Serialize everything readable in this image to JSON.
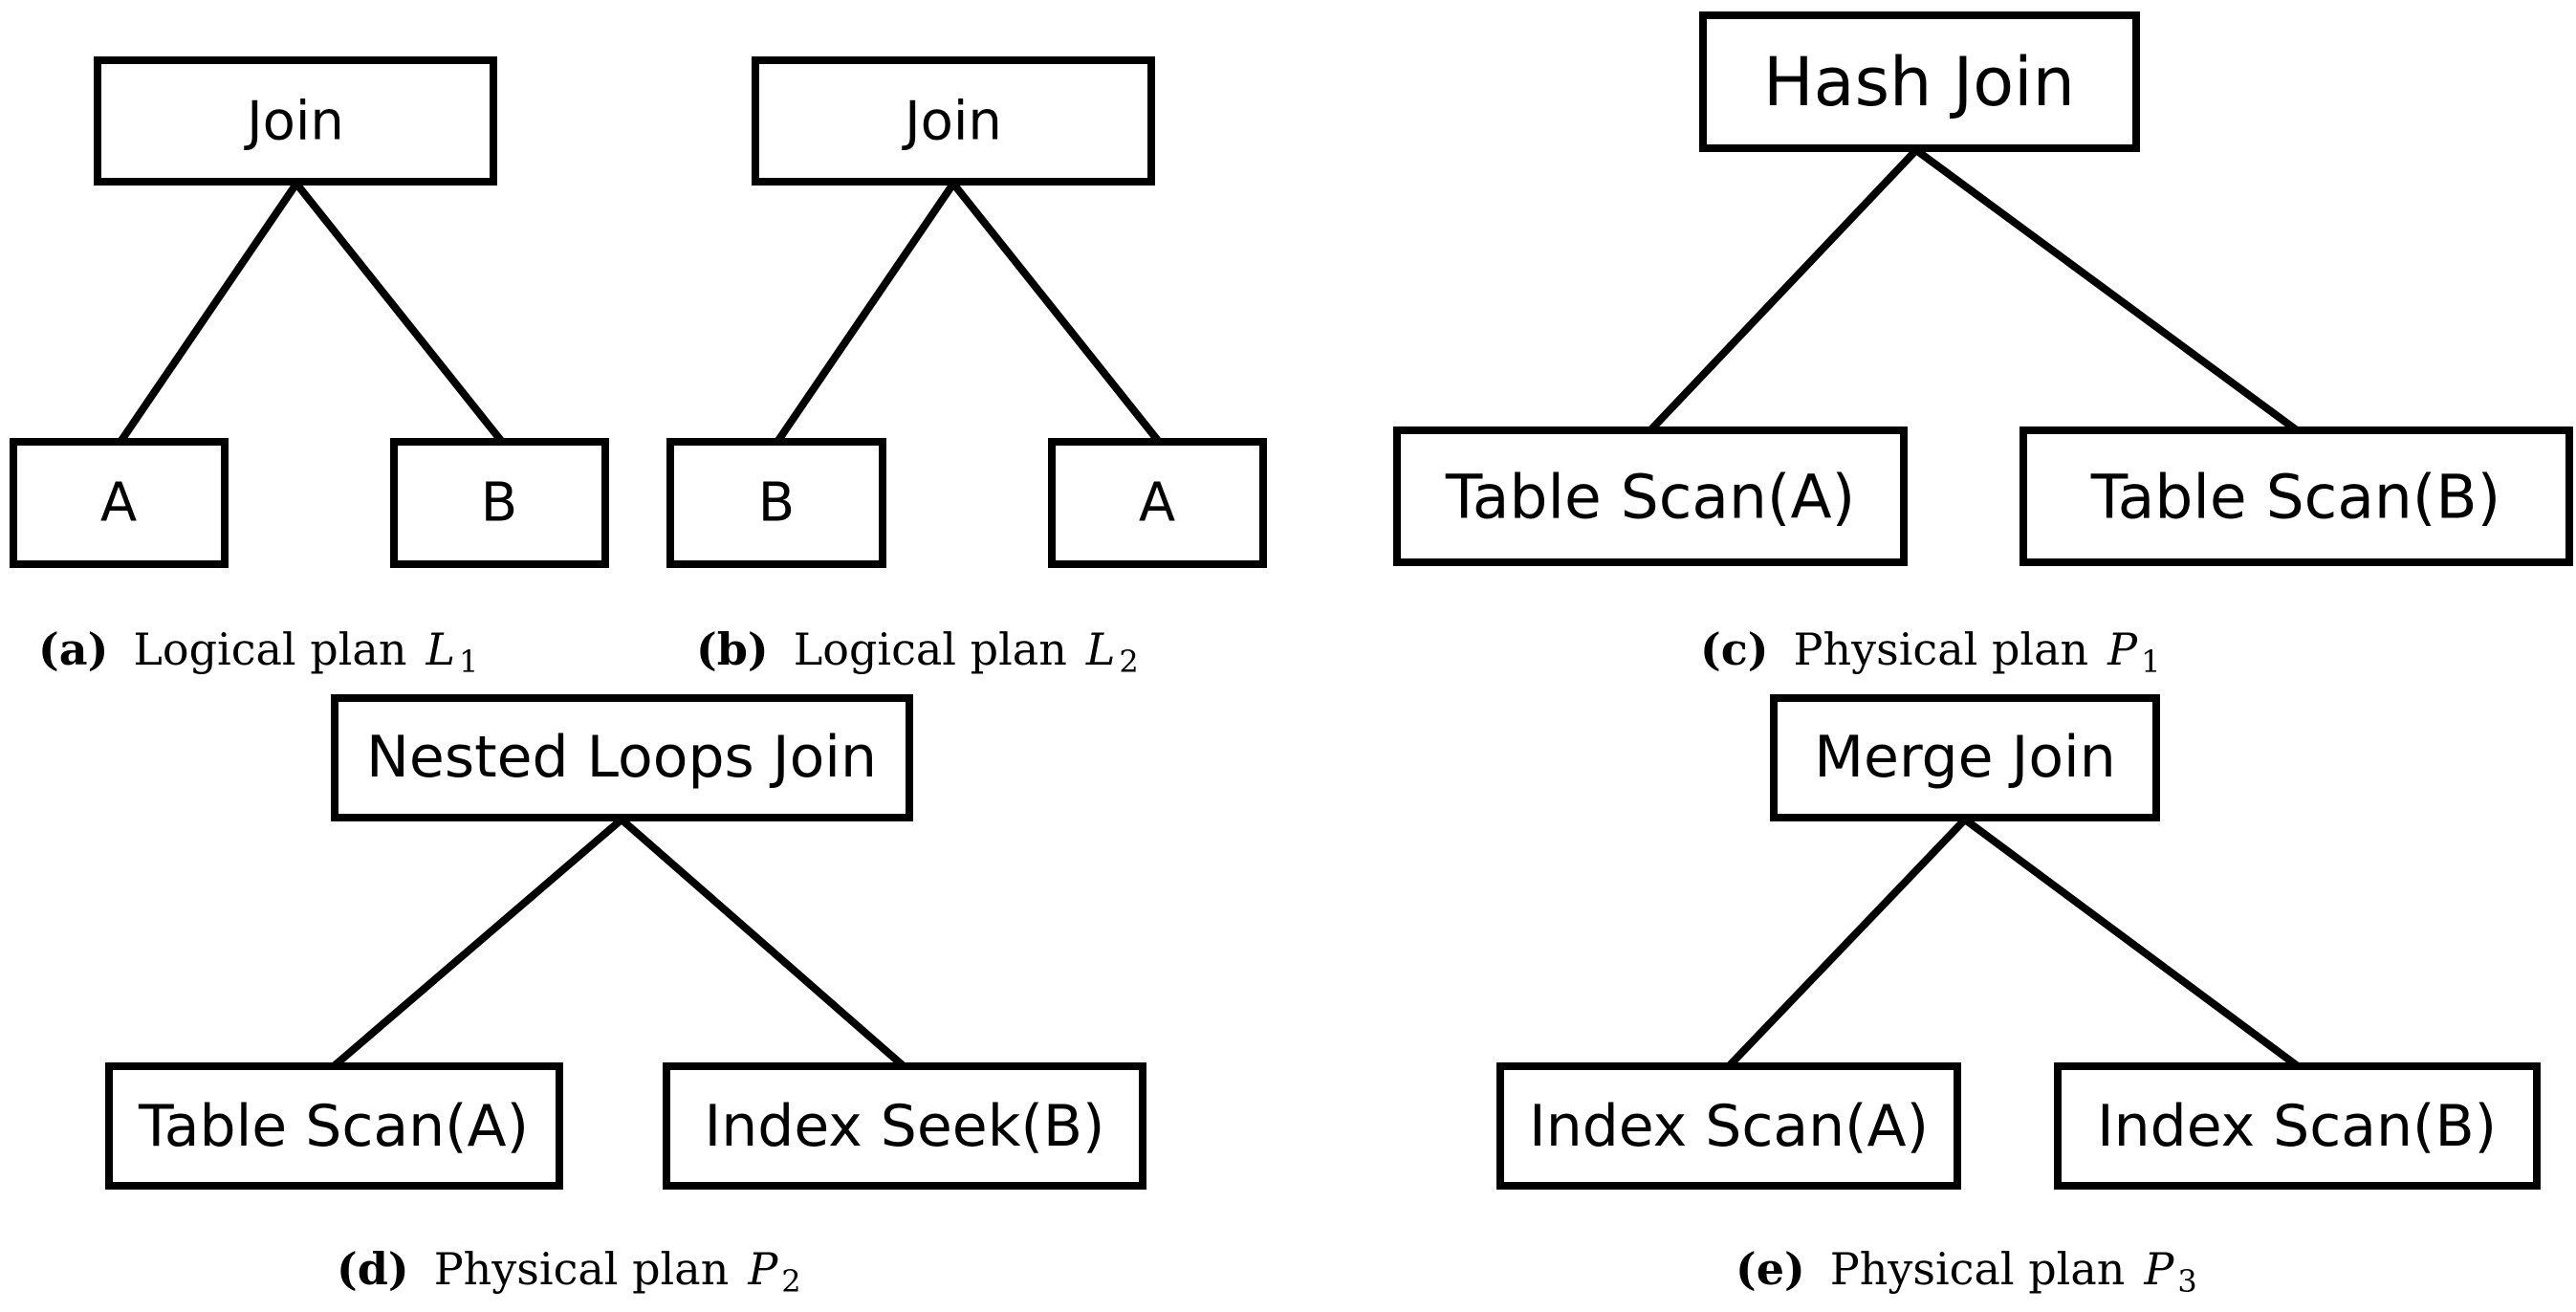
{
  "panels": {
    "a": {
      "root": "Join",
      "left": "A",
      "right": "B",
      "caption": {
        "tag": "(a)",
        "text": "Logical plan",
        "var": "L",
        "sub": "1"
      }
    },
    "b": {
      "root": "Join",
      "left": "B",
      "right": "A",
      "caption": {
        "tag": "(b)",
        "text": "Logical plan",
        "var": "L",
        "sub": "2"
      }
    },
    "c": {
      "root": "Hash Join",
      "left": "Table Scan(A)",
      "right": "Table Scan(B)",
      "caption": {
        "tag": "(c)",
        "text": "Physical plan",
        "var": "P",
        "sub": "1"
      }
    },
    "d": {
      "root": "Nested Loops Join",
      "left": "Table Scan(A)",
      "right": "Index Seek(B)",
      "caption": {
        "tag": "(d)",
        "text": "Physical plan",
        "var": "P",
        "sub": "2"
      }
    },
    "e": {
      "root": "Merge Join",
      "left": "Index Scan(A)",
      "right": "Index Scan(B)",
      "caption": {
        "tag": "(e)",
        "text": "Physical plan",
        "var": "P",
        "sub": "3"
      }
    }
  }
}
